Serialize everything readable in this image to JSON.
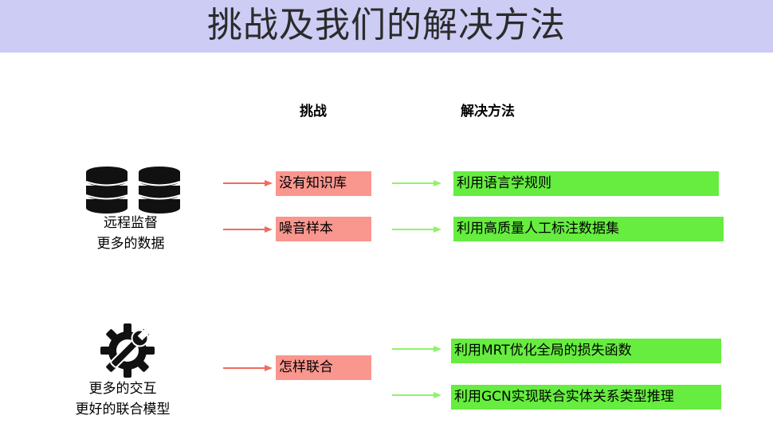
{
  "title": "挑战及我们的解决方法",
  "headers": {
    "challenge": "挑战",
    "solution": "解决方法"
  },
  "group1": {
    "icon": "database-icon",
    "label_line1": "远程监督",
    "label_line2": "更多的数据",
    "challenges": [
      "没有知识库",
      "噪音样本"
    ],
    "solutions": [
      "利用语言学规则",
      "利用高质量人工标注数据集"
    ]
  },
  "group2": {
    "icon": "gear-wrench-icon",
    "label_line1": "更多的交互",
    "label_line2": "更好的联合模型",
    "challenge": "怎样联合",
    "solutions": [
      "利用MRT优化全局的损失函数",
      "利用GCN实现联合实体关系类型推理"
    ]
  },
  "colors": {
    "title_bar": "#ccccf5",
    "challenge_box": "#f9968e",
    "solution_box": "#66ed3f",
    "challenge_arrow": "#f26b5b",
    "solution_arrow": "#8ff36b"
  }
}
